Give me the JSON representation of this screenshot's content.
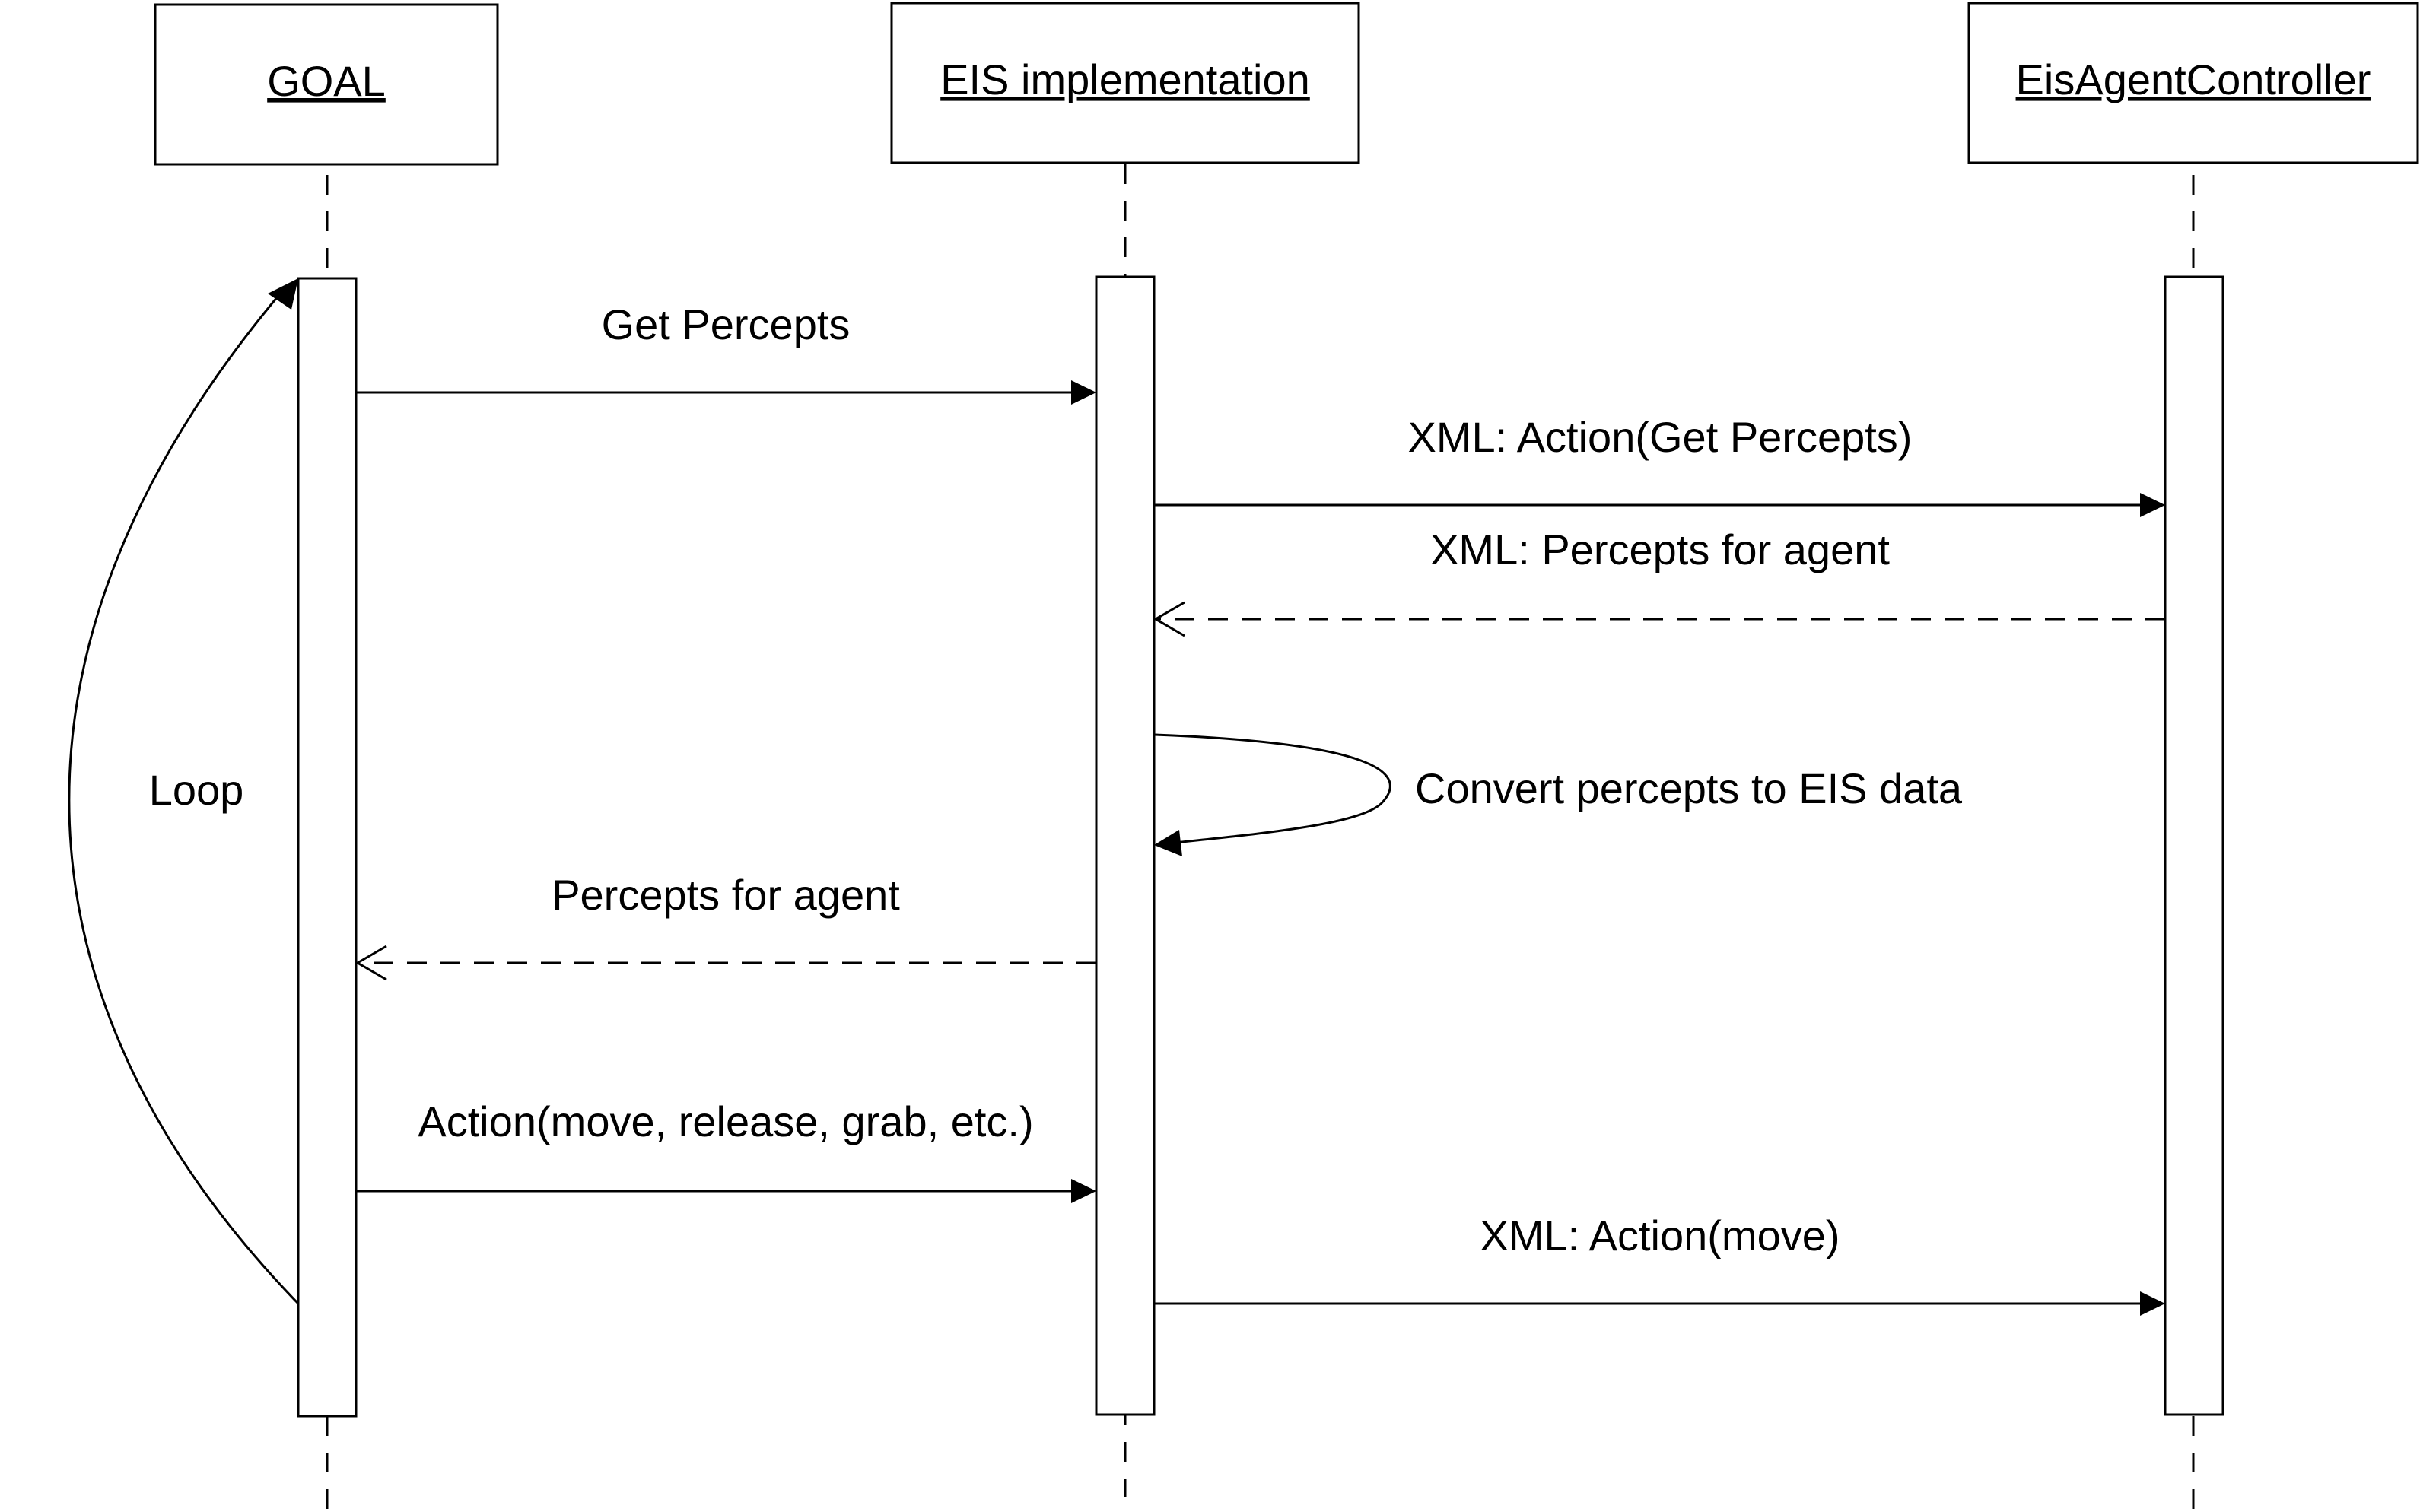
{
  "participants": [
    {
      "id": "goal",
      "label": "GOAL"
    },
    {
      "id": "eis",
      "label": "EIS implementation"
    },
    {
      "id": "controller",
      "label": "EisAgentController"
    }
  ],
  "messages": [
    {
      "id": "get-percepts",
      "label": "Get Percepts",
      "from": "GOAL",
      "to": "EIS implementation",
      "style": "solid"
    },
    {
      "id": "xml-action-get-percepts",
      "label": "XML: Action(Get Percepts)",
      "from": "EIS implementation",
      "to": "EisAgentController",
      "style": "solid"
    },
    {
      "id": "xml-percepts-for-agent",
      "label": "XML: Percepts for agent",
      "from": "EisAgentController",
      "to": "EIS implementation",
      "style": "dashed"
    },
    {
      "id": "convert-percepts",
      "label": "Convert percepts to EIS data",
      "from": "EIS implementation",
      "to": "EIS implementation",
      "style": "self"
    },
    {
      "id": "percepts-for-agent",
      "label": "Percepts for agent",
      "from": "EIS implementation",
      "to": "GOAL",
      "style": "dashed"
    },
    {
      "id": "action",
      "label": "Action(move, release, grab, etc.)",
      "from": "GOAL",
      "to": "EIS implementation",
      "style": "solid"
    },
    {
      "id": "xml-action-move",
      "label": "XML: Action(move)",
      "from": "EIS implementation",
      "to": "EisAgentController",
      "style": "solid"
    }
  ],
  "loop": {
    "label": "Loop"
  },
  "colors": {
    "stroke": "#000000",
    "background": "#ffffff"
  }
}
